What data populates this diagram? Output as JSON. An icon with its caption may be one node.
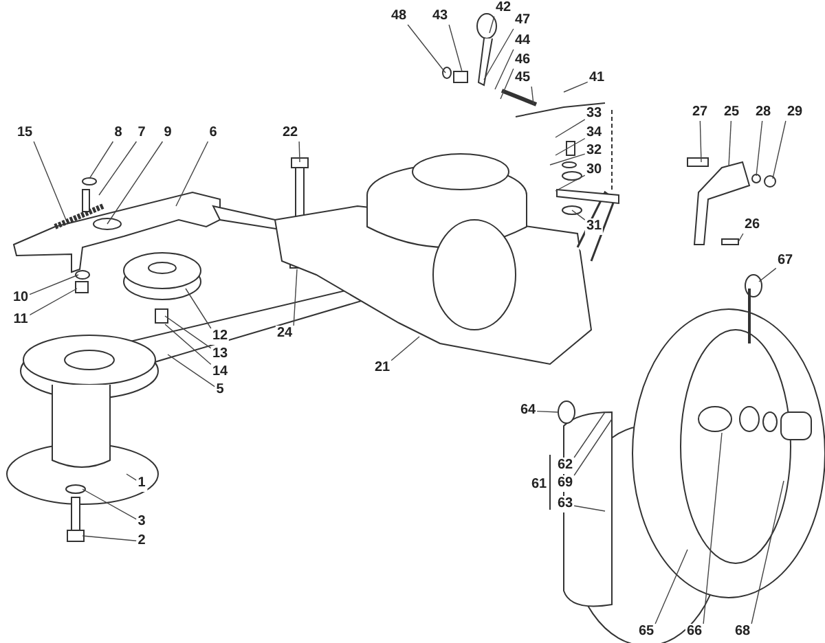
{
  "diagram": {
    "nodes": [
      {
        "text": [
          "15"
        ]
      },
      {
        "text": [
          "8"
        ]
      },
      {
        "text": [
          "7"
        ]
      },
      {
        "text": [
          "9"
        ]
      },
      {
        "text": [
          "6"
        ]
      },
      {
        "text": [
          "22"
        ]
      },
      {
        "text": [
          "10"
        ]
      },
      {
        "text": [
          "11"
        ]
      },
      {
        "text": [
          "12"
        ]
      },
      {
        "text": [
          "13"
        ]
      },
      {
        "text": [
          "14"
        ]
      },
      {
        "text": [
          "5"
        ]
      },
      {
        "text": [
          "1"
        ]
      },
      {
        "text": [
          "3"
        ]
      },
      {
        "text": [
          "2"
        ]
      },
      {
        "text": [
          "24"
        ]
      },
      {
        "text": [
          "21"
        ]
      },
      {
        "text": [
          "48"
        ]
      },
      {
        "text": [
          "43"
        ]
      },
      {
        "text": [
          "42"
        ]
      },
      {
        "text": [
          "47"
        ]
      },
      {
        "text": [
          "44"
        ]
      },
      {
        "text": [
          "46"
        ]
      },
      {
        "text": [
          "45"
        ]
      },
      {
        "text": [
          "41"
        ]
      },
      {
        "text": [
          "33"
        ]
      },
      {
        "text": [
          "34"
        ]
      },
      {
        "text": [
          "32"
        ]
      },
      {
        "text": [
          "30"
        ]
      },
      {
        "text": [
          "31"
        ]
      },
      {
        "text": [
          "27"
        ]
      },
      {
        "text": [
          "25"
        ]
      },
      {
        "text": [
          "28"
        ]
      },
      {
        "text": [
          "29"
        ]
      },
      {
        "text": [
          "26"
        ]
      },
      {
        "text": [
          "67"
        ]
      },
      {
        "text": [
          "64"
        ]
      },
      {
        "text": [
          "62"
        ]
      },
      {
        "text": [
          "69"
        ]
      },
      {
        "text": [
          "63"
        ]
      },
      {
        "text": [
          "65"
        ]
      },
      {
        "text": [
          "66"
        ]
      },
      {
        "text": [
          "68"
        ]
      },
      {
        "text": [
          "61"
        ]
      }
    ],
    "edges": [
      {
        "from": 0,
        "to": null,
        "arrow": "none"
      },
      {
        "from": 1,
        "to": null,
        "arrow": "none"
      },
      {
        "from": 2,
        "to": null,
        "arrow": "none"
      },
      {
        "from": 3,
        "to": null,
        "arrow": "none"
      },
      {
        "from": 4,
        "to": null,
        "arrow": "none"
      },
      {
        "from": 5,
        "to": null,
        "arrow": "none"
      },
      {
        "from": 6,
        "to": null,
        "arrow": "none"
      },
      {
        "from": 7,
        "to": null,
        "arrow": "none"
      },
      {
        "from": 8,
        "to": null,
        "arrow": "none"
      },
      {
        "from": 9,
        "to": null,
        "arrow": "none"
      },
      {
        "from": 10,
        "to": null,
        "arrow": "none"
      },
      {
        "from": 11,
        "to": null,
        "arrow": "none"
      },
      {
        "from": 12,
        "to": null,
        "arrow": "none"
      },
      {
        "from": 13,
        "to": null,
        "arrow": "none"
      },
      {
        "from": 14,
        "to": null,
        "arrow": "none"
      },
      {
        "from": 15,
        "to": null,
        "arrow": "none"
      },
      {
        "from": 16,
        "to": null,
        "arrow": "none"
      },
      {
        "from": 17,
        "to": null,
        "arrow": "none"
      },
      {
        "from": 18,
        "to": null,
        "arrow": "none"
      },
      {
        "from": 19,
        "to": null,
        "arrow": "none"
      },
      {
        "from": 20,
        "to": null,
        "arrow": "none"
      },
      {
        "from": 21,
        "to": null,
        "arrow": "none"
      },
      {
        "from": 22,
        "to": null,
        "arrow": "none"
      },
      {
        "from": 23,
        "to": null,
        "arrow": "none"
      },
      {
        "from": 24,
        "to": null,
        "arrow": "none"
      },
      {
        "from": 25,
        "to": null,
        "arrow": "none"
      },
      {
        "from": 26,
        "to": null,
        "arrow": "none"
      },
      {
        "from": 27,
        "to": null,
        "arrow": "none"
      },
      {
        "from": 28,
        "to": null,
        "arrow": "none"
      },
      {
        "from": 29,
        "to": null,
        "arrow": "none"
      },
      {
        "from": 30,
        "to": null,
        "arrow": "none"
      },
      {
        "from": 31,
        "to": null,
        "arrow": "none"
      },
      {
        "from": 32,
        "to": null,
        "arrow": "none"
      },
      {
        "from": 33,
        "to": null,
        "arrow": "none"
      },
      {
        "from": 34,
        "to": null,
        "arrow": "none"
      },
      {
        "from": 35,
        "to": null,
        "arrow": "none"
      },
      {
        "from": 36,
        "to": null,
        "arrow": "none"
      },
      {
        "from": 37,
        "to": null,
        "arrow": "none"
      },
      {
        "from": 38,
        "to": null,
        "arrow": "none"
      },
      {
        "from": 39,
        "to": null,
        "arrow": "none"
      },
      {
        "from": 40,
        "to": null,
        "arrow": "none"
      },
      {
        "from": 41,
        "to": null,
        "arrow": "none"
      },
      {
        "from": 42,
        "to": null,
        "arrow": "none"
      }
    ]
  }
}
